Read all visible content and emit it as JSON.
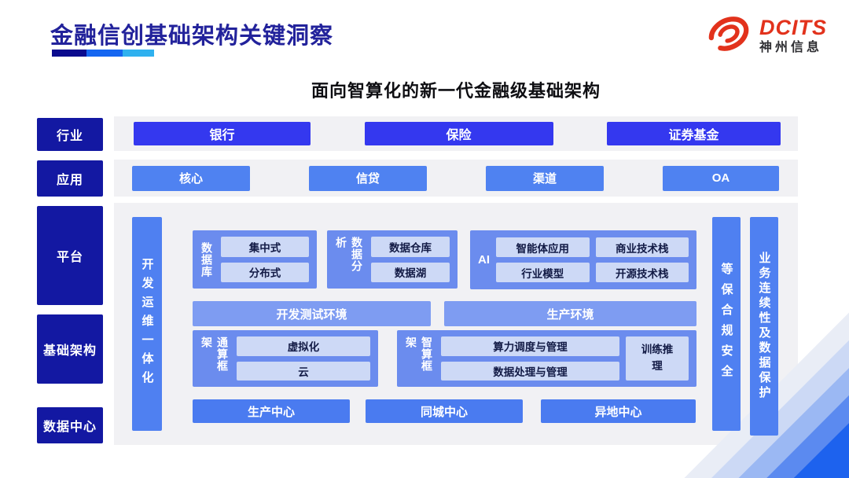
{
  "header": {
    "title": "金融信创基础架构关键洞察",
    "logo": {
      "brand": "DCITS",
      "company": "神州信息"
    }
  },
  "subtitle": "面向智算化的新一代金融级基础架构",
  "side_labels": [
    "行业",
    "应用",
    "平台",
    "基础架构",
    "数据中心"
  ],
  "industry_row": [
    "银行",
    "保险",
    "证券基金"
  ],
  "application_row": [
    "核心",
    "信贷",
    "渠道",
    "OA"
  ],
  "platform": {
    "devops_bar": "开发运维一体化",
    "groups": [
      {
        "label": "数据库",
        "items": [
          "集中式",
          "分布式"
        ]
      },
      {
        "label": "数据分析",
        "items": [
          "数据仓库",
          "数据湖"
        ]
      },
      {
        "label": "AI",
        "items": [
          "智能体应用",
          "商业技术栈",
          "行业模型",
          "开源技术栈"
        ]
      }
    ],
    "environments": [
      "开发测试环境",
      "生产环境"
    ],
    "frameworks": [
      {
        "label": "通算框架",
        "items": [
          "虚拟化",
          "云"
        ]
      },
      {
        "label": "智算框架",
        "items": [
          "算力调度与管理",
          "数据处理与管理"
        ],
        "side_item": "训练推理"
      }
    ],
    "centers": [
      "生产中心",
      "同城中心",
      "异地中心"
    ],
    "security_bar": "等保合规安全",
    "continuity_bar": "业务连续性及数据保护"
  },
  "colors": {
    "title_navy": "#22229b",
    "accent_segments": [
      "#0b0b8e",
      "#1566f1",
      "#2fb1ef"
    ],
    "brand_red": "#e2321c",
    "layer_label_navy": "#1318a2",
    "industry_button_blue": "#3438ef",
    "application_button_blue": "#4f82f1",
    "group_blue": "#6b8cee",
    "chip_light_blue": "#cdd9f6",
    "environment_blue": "#7e9cf2",
    "center_blue": "#4a7bf0",
    "vertical_bar_blue": "#4f80f1",
    "row_gray": "#f1f1f4"
  }
}
